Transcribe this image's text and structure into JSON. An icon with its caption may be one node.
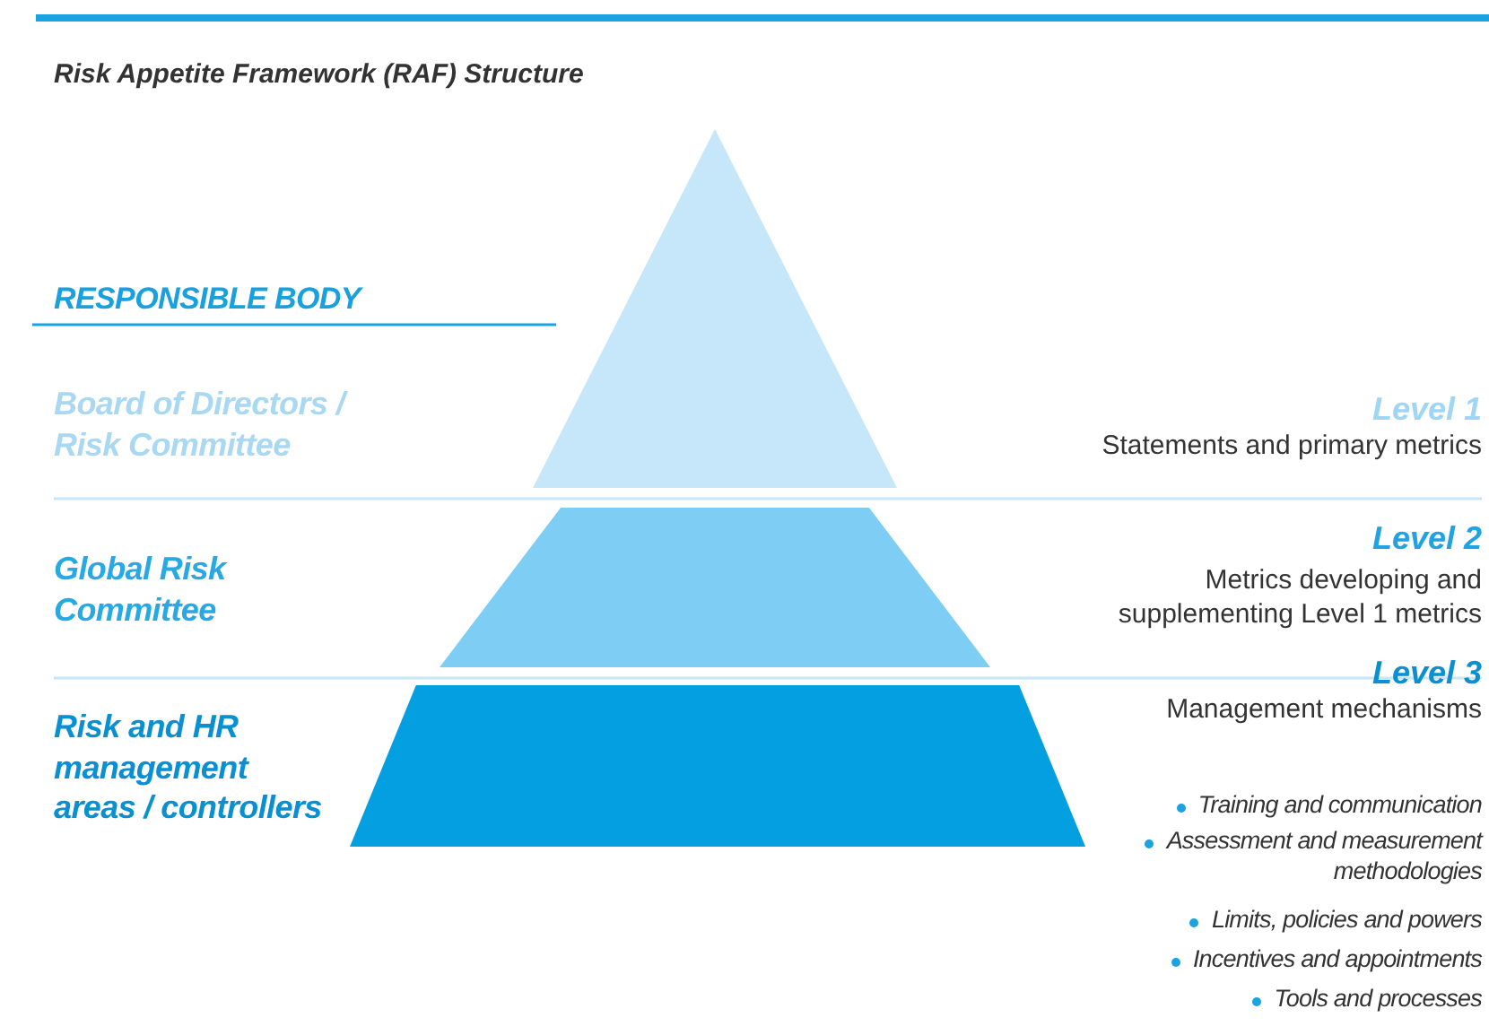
{
  "diagram": {
    "title": "Risk Appetite Framework (RAF) Structure",
    "nodes": [
      {
        "text": [],
        "shape": "triangle"
      },
      {
        "text": [],
        "shape": "trapezoid"
      },
      {
        "text": [],
        "shape": "trapezoid"
      }
    ],
    "labels": [
      "RESPONSIBLE BODY",
      "Board of Directors / Risk Committee",
      "Level 1",
      "Statements and primary metrics",
      "Global Risk Committee",
      "Level 2",
      "Metrics developing and supplementing Level 1 metrics",
      "Risk and HR management areas / controllers",
      "Level 3",
      "Management mechanisms",
      "Training and communication",
      "Assessment and measurement methodologies",
      "Limits, policies and powers",
      "Incentives and appointments",
      "Tools and processes"
    ]
  }
}
